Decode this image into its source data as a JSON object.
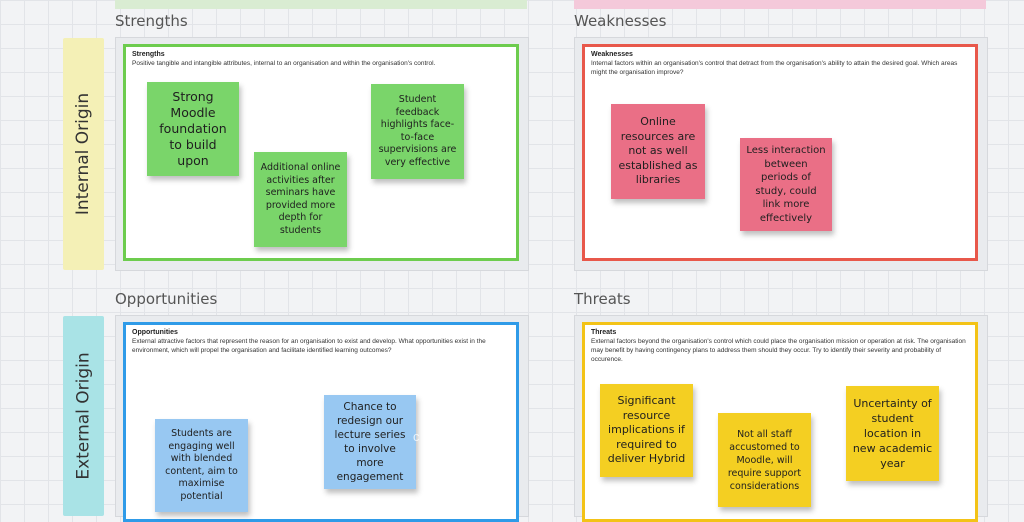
{
  "headings": {
    "strengths": "Strengths",
    "weaknesses": "Weaknesses",
    "opportunities": "Opportunities",
    "threats": "Threats"
  },
  "side_labels": {
    "internal": "Internal Origin",
    "external": "External Origin"
  },
  "panels": {
    "strengths": {
      "title": "Strengths",
      "description": "Positive tangible and intangible attributes, internal to an organisation and within the organisation's control."
    },
    "weaknesses": {
      "title": "Weaknesses",
      "description": "Internal factors within an organisation's control that detract from the organisation's ability to attain the desired goal. Which areas might the organisation improve?"
    },
    "opportunities": {
      "title": "Opportunities",
      "description": "External attractive factors that represent the reason for an organisation to exist and develop. What opportunities exist in the environment, which will propel the organisation and facilitate identified learning outcomes?"
    },
    "threats": {
      "title": "Threats",
      "description": "External factors beyond the organisation's control which could place the organisation mission or operation at risk. The organisation may benefit by having contingency plans to address them should they occur. Try to identify their severity and probability of occurence."
    }
  },
  "stickies": {
    "strengths": [
      "Strong Moodle foundation to build upon",
      "Additional online activities after seminars have provided more depth for students",
      "Student feedback highlights face-to-face supervisions are very effective"
    ],
    "weaknesses": [
      "Online resources are not as well established as libraries",
      "Less interaction between periods of study, could link more effectively"
    ],
    "opportunities": [
      "Students are engaging well with blended content, aim to maximise potential",
      "Chance to redesign our lecture series to involve more engagement"
    ],
    "threats": [
      "Significant resource implications if required to deliver Hybrid",
      "Not all staff accustomed to Moodle, will require support considerations",
      "Uncertainty of student location in new academic year"
    ]
  },
  "watermark": "c                     y.com",
  "colors": {
    "strengths_border": "#6dcc4e",
    "weaknesses_border": "#e8584b",
    "opportunities_border": "#2f9be8",
    "threats_border": "#f3c317",
    "internal_tab": "#f4f0b6",
    "external_tab": "#a9e3e6"
  }
}
